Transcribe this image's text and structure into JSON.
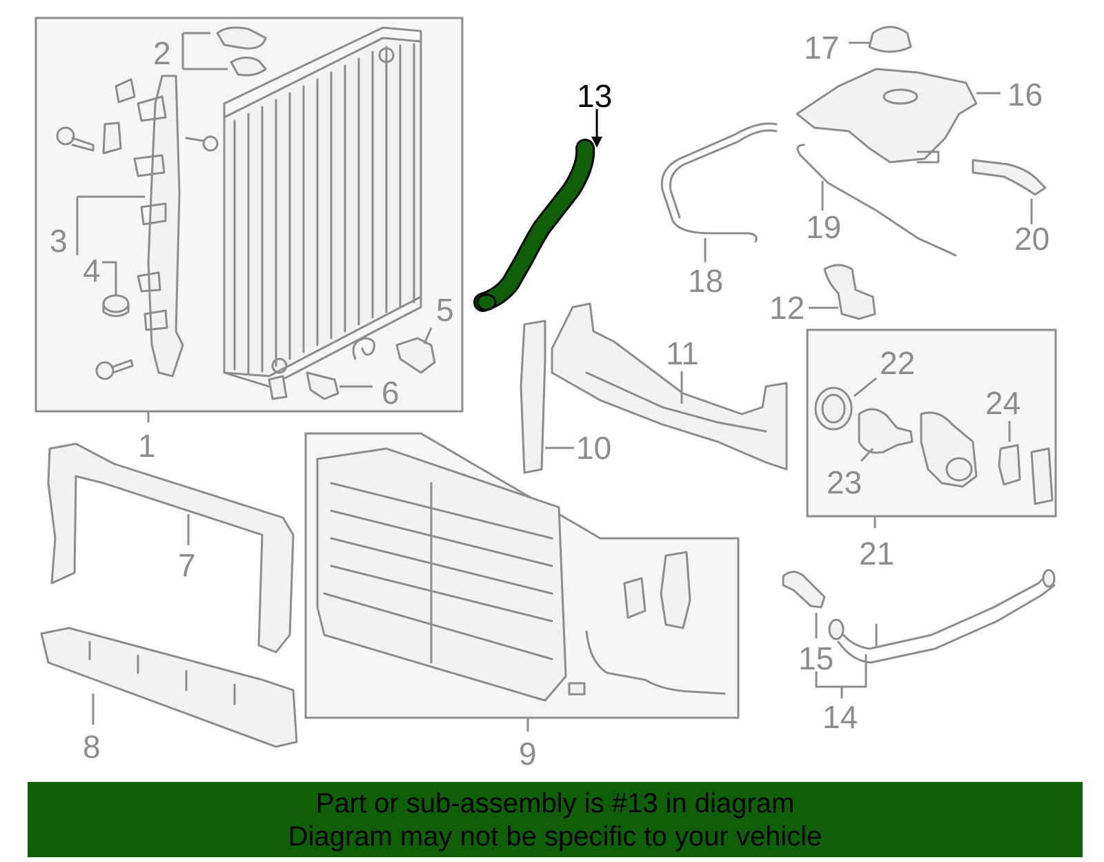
{
  "diagram": {
    "highlighted_part": "13",
    "highlight_color": "#0f5f08",
    "line_color": "#8c8c8c",
    "callouts": {
      "c1": "1",
      "c2": "2",
      "c3": "3",
      "c4": "4",
      "c5": "5",
      "c6": "6",
      "c7": "7",
      "c8": "8",
      "c9": "9",
      "c10": "10",
      "c11": "11",
      "c12": "12",
      "c13": "13",
      "c14": "14",
      "c15": "15",
      "c16": "16",
      "c17": "17",
      "c18": "18",
      "c19": "19",
      "c20": "20",
      "c21": "21",
      "c22": "22",
      "c23": "23",
      "c24": "24"
    }
  },
  "banner": {
    "line1": "Part or sub-assembly is #13 in diagram",
    "line2": "Diagram may not be specific to your vehicle",
    "background": "#0f5f08"
  }
}
